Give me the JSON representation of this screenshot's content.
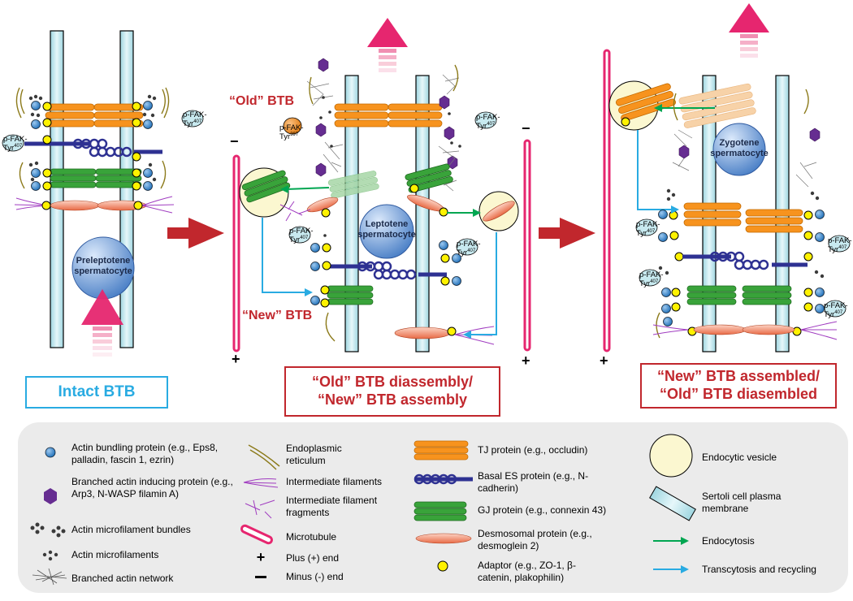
{
  "panels": {
    "intact_label": "Intact BTB",
    "middle_label_line1": "“Old” BTB diassembly/",
    "middle_label_line2": "“New” BTB assembly",
    "right_label_line1": "“New” BTB assembled/",
    "right_label_line2": "“Old” BTB diasembled"
  },
  "cells": {
    "preleptotene_line1": "Preleptotene",
    "preleptotene_line2": "spermatocyte",
    "leptotene_line1": "Leptotene",
    "leptotene_line2": "spermatocyte",
    "zygotene_line1": "Zygotene",
    "zygotene_line2": "spermatocyte"
  },
  "btb_labels": {
    "old": "“Old” BTB",
    "new": "“New” BTB"
  },
  "fak_labels": {
    "pfak": "p-FAK-",
    "tyr": "Tyr",
    "sup407": "407",
    "sup397": "397",
    "pfak397_prefix": "p-FAK-"
  },
  "ends": {
    "plus": "+",
    "minus": "−"
  },
  "legend": {
    "col1": [
      {
        "icon": "actin-bundling-protein-icon",
        "text": "Actin bundling protein (e.g., Eps8, palladin, fascin 1, ezrin)"
      },
      {
        "icon": "branched-actin-inducing-protein-icon",
        "text": "Branched actin inducing protein (e.g.,  Arp3, N-WASP filamin A)"
      },
      {
        "icon": "actin-microfilament-bundles-icon",
        "text": "Actin microfilament bundles"
      },
      {
        "icon": "actin-microfilaments-icon",
        "text": "Actin microfilaments"
      },
      {
        "icon": "branched-actin-network-icon",
        "text": "Branched actin network"
      }
    ],
    "col2": [
      {
        "icon": "endoplasmic-reticulum-icon",
        "text": "Endoplasmic reticulum"
      },
      {
        "icon": "intermediate-filaments-icon",
        "text": "Intermediate filaments"
      },
      {
        "icon": "intermediate-filament-fragments-icon",
        "text": "Intermediate filament fragments"
      },
      {
        "icon": "microtubule-icon",
        "text": "Microtubule"
      },
      {
        "icon": "plus-end-icon",
        "text": "Plus (+) end"
      },
      {
        "icon": "minus-end-icon",
        "text": "Minus (-) end"
      }
    ],
    "col3": [
      {
        "icon": "tj-protein-icon",
        "text": "TJ protein (e.g., occludin)"
      },
      {
        "icon": "basal-es-protein-icon",
        "text": "Basal ES protein (e.g., N-cadherin)"
      },
      {
        "icon": "gj-protein-icon",
        "text": "GJ protein (e.g., connexin 43)"
      },
      {
        "icon": "desmosomal-protein-icon",
        "text": "Desmosomal protein (e.g., desmoglein 2)"
      },
      {
        "icon": "adaptor-icon",
        "text": "Adaptor (e.g., ZO-1, β-catenin, plakophilin)"
      }
    ],
    "col4": [
      {
        "icon": "endocytic-vesicle-icon",
        "text": "Endocytic vesicle"
      },
      {
        "icon": "sertoli-membrane-icon",
        "text": "Sertoli cell plasma membrane"
      },
      {
        "icon": "endocytosis-arrow-icon",
        "text": "Endocytosis"
      },
      {
        "icon": "transcytosis-arrow-icon",
        "text": "Transcytosis and recycling"
      }
    ]
  },
  "colors": {
    "membrane": "#c8eaf0",
    "tj": "#f7931e",
    "gj": "#39a33a",
    "basal_es": "#2e3192",
    "desmo": "#f28b6b",
    "adaptor": "#fff200",
    "bundling": "#3b8ed0",
    "branched": "#662d91",
    "microtubule": "#e6266f",
    "vesicle": "#fbf7d0",
    "endocytosis": "#00a651",
    "transcytosis": "#29abe2",
    "dark_red": "#c1272d",
    "intact_blue": "#29abe2"
  }
}
